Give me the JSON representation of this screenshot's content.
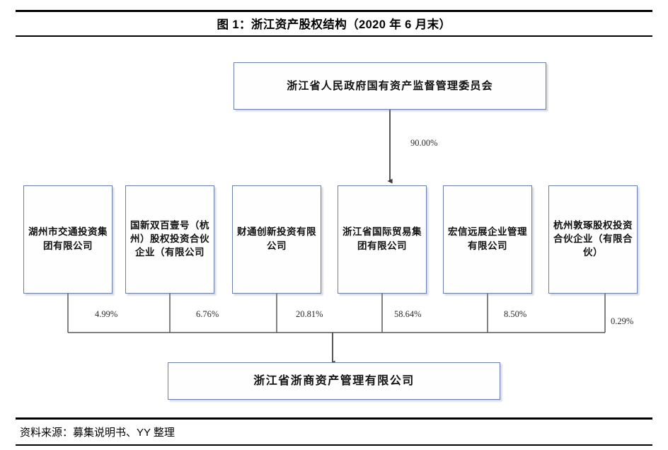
{
  "figure": {
    "title": "图 1：浙江资产股权结构（2020 年 6 月末）",
    "source": "资料来源：募集说明书、YY 整理"
  },
  "chart_data": {
    "type": "diagram",
    "diagram_kind": "ownership-structure-tree",
    "title": "图 1：浙江资产股权结构（2020 年 6 月末）",
    "as_of": "2020 年 6 月末",
    "controller": {
      "id": "sasac",
      "name": "浙江省人民政府国有资产监督管理委员会",
      "stake_in": "intl-trade",
      "stake_label": "90.00%",
      "stake_value": 90.0
    },
    "target": {
      "id": "zheshang-amc",
      "name": "浙江省浙商资产管理有限公司"
    },
    "shareholders": [
      {
        "id": "huzhou-transport",
        "name": "湖州市交通投资集团有限公司",
        "percent_label": "4.99%",
        "percent": 4.99
      },
      {
        "id": "guoxin-shuangbai",
        "name": "国新双百壹号（杭州）股权投资合伙企业（有限公司",
        "percent_label": "6.76%",
        "percent": 6.76
      },
      {
        "id": "caitong-innov",
        "name": "财通创新投资有限公司",
        "percent_label": "20.81%",
        "percent": 20.81
      },
      {
        "id": "intl-trade",
        "name": "浙江省国际贸易集团有限公司",
        "percent_label": "58.64%",
        "percent": 58.64
      },
      {
        "id": "hongxin-yuanzhan",
        "name": "宏信远展企业管理有限公司",
        "percent_label": "8.50%",
        "percent": 8.5
      },
      {
        "id": "hangzhou-dunzhuo",
        "name": "杭州敦琢股权投资合伙企业（有限合伙）",
        "percent_label": "0.29%",
        "percent": 0.29
      }
    ],
    "colors": {
      "box_border": "#6a80ab",
      "box_fill": "#fefeff",
      "wire": "#595959",
      "rule": "#000000"
    }
  }
}
